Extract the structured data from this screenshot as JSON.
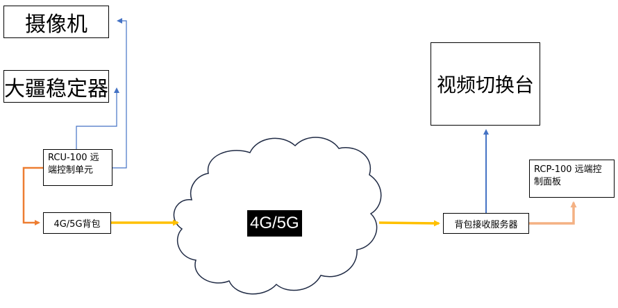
{
  "nodes": {
    "camera": "摄像机",
    "stabilizer": "大疆稳定器",
    "rcu_line1": "RCU-100 远",
    "rcu_line2": "端控制单元",
    "backpack": "4G/5G背包",
    "network": "4G/5G",
    "server": "背包接收服务器",
    "switcher": "视频切换台",
    "rcp_line1": "RCP-100 远端控",
    "rcp_line2": "制面板"
  },
  "colors": {
    "blue_link": "#4472c4",
    "orange_link": "#ed7d31",
    "yellow_link": "#ffc000",
    "peach_link": "#f4b183"
  }
}
